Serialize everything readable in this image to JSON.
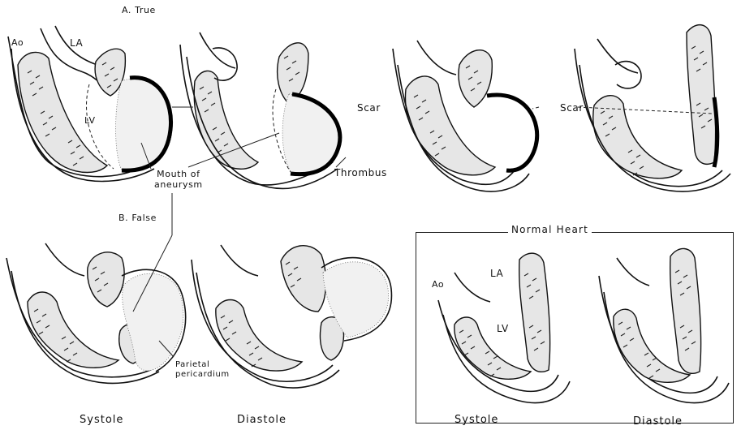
{
  "figure": {
    "section_a_title": "A. True",
    "section_b_title": "B. False",
    "normal_heart_title": "Normal Heart",
    "labels": {
      "ao_a": "Ao",
      "la_a": "LA",
      "lv_a": "LV",
      "scar_a": "Scar",
      "scar_mid": "Scar",
      "mouth_of_aneurysm": "Mouth of\naneurysm",
      "thrombus": "Thrombus",
      "parietal_pericardium": "Parietal\npericardium",
      "ao_normal": "Ao",
      "la_normal": "LA",
      "lv_normal": "LV"
    },
    "captions": {
      "systole_left": "Systole",
      "diastole_left": "Diastole",
      "systole_right": "Systole",
      "diastole_right": "Diastole"
    }
  }
}
